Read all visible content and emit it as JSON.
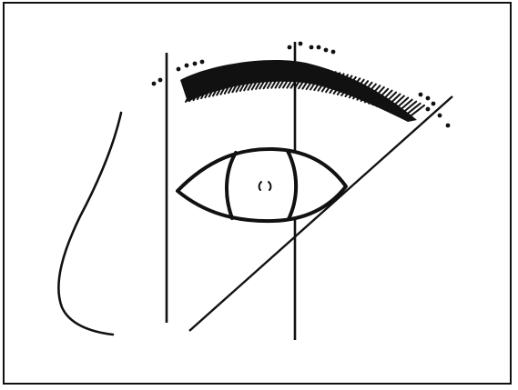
{
  "figure": {
    "background_color": "#ffffff",
    "stroke_color": "#111111",
    "elements": [
      "nose-outline",
      "eyebrow",
      "eye",
      "iris",
      "pupil",
      "guide-line-inner-vertical",
      "guide-line-outer-vertical",
      "guide-line-diagonal",
      "eyebrow-start-marker",
      "eyebrow-arch-marker",
      "eyebrow-end-marker"
    ]
  }
}
